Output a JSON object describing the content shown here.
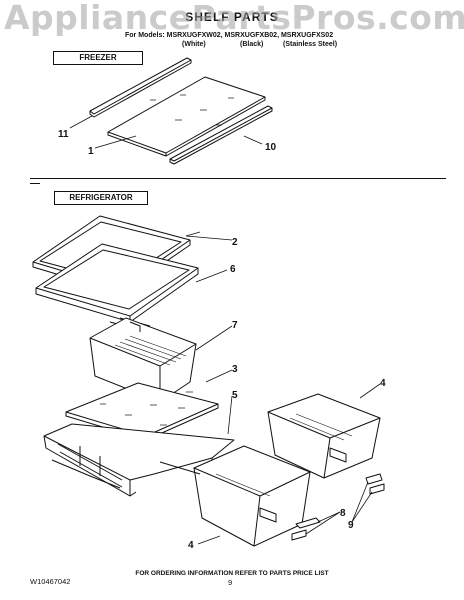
{
  "watermark": "AppliancePartsPros.com",
  "header": {
    "title": "SHELF PARTS",
    "models_line": "For Models: MSRXUGFXW02, MSRXUGFXB02, MSRXUGFXS02",
    "variants": [
      "(White)",
      "(Black)",
      "(Stainless Steel)"
    ]
  },
  "sections": {
    "freezer": "FREEZER",
    "refrigerator": "REFRIGERATOR"
  },
  "callouts": [
    "11",
    "1",
    "10",
    "2",
    "6",
    "7",
    "3",
    "5",
    "4",
    "8",
    "9",
    "4"
  ],
  "footer": {
    "doc_number": "W10467042",
    "ordering_note": "FOR ORDERING INFORMATION REFER TO PARTS PRICE LIST",
    "page": "9"
  }
}
